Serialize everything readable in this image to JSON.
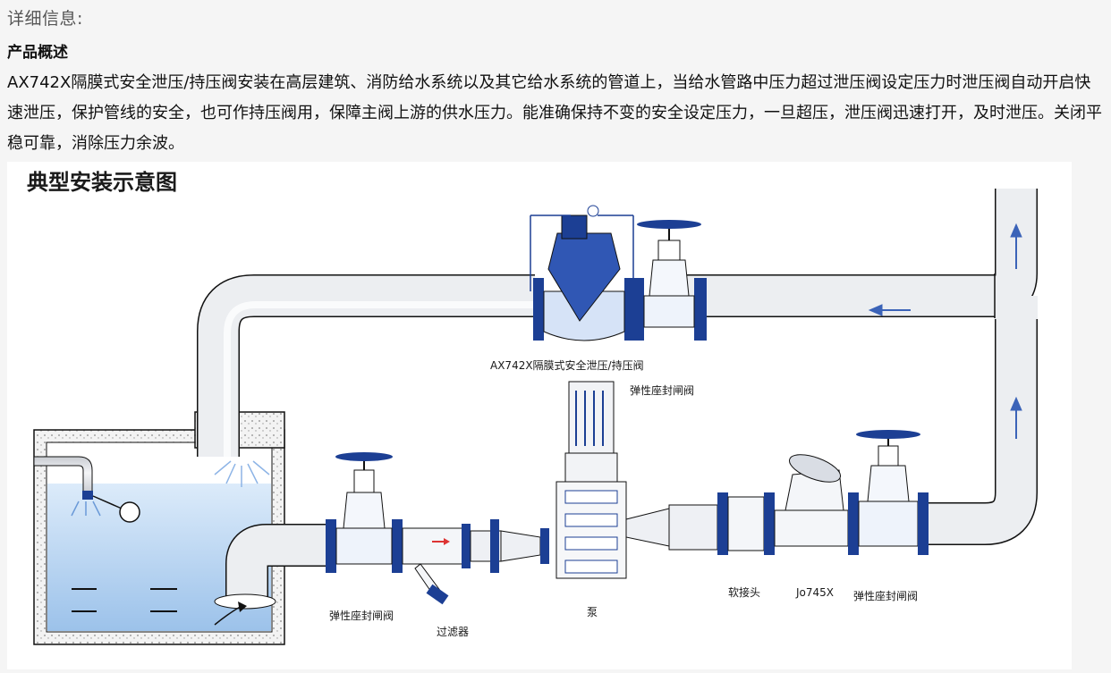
{
  "header": {
    "label": "详细信息:"
  },
  "product": {
    "title": "产品概述",
    "description": "AX742X隔膜式安全泄压/持压阀安装在高层建筑、消防给水系统以及其它给水系统的管道上，当给水管路中压力超过泄压阀设定压力时泄压阀自动开启快速泄压，保护管线的安全，也可作持压阀用，保障主阀上游的供水压力。能准确保持不变的安全设定压力，一旦超压，泄压阀迅速打开，及时泄压。关闭平稳可靠，消除压力余波。"
  },
  "diagram": {
    "title": "典型安装示意图",
    "labels": {
      "relief_valve": "AX742X隔膜式安全泄压/持压阀",
      "gate_valve_top": "弹性座封闸阀",
      "gate_valve_left": "弹性座封闸阀",
      "strainer": "过滤器",
      "pump": "泵",
      "flex_joint": "软接头",
      "check_valve": "Jo745X",
      "gate_valve_right": "弹性座封闸阀"
    },
    "colors": {
      "pipe_fill": "#e8eaee",
      "pipe_stroke": "#111111",
      "valve_blue": "#1c3f94",
      "water_blue": "#b7d3ef",
      "arrow_blue": "#3b63b8"
    }
  }
}
